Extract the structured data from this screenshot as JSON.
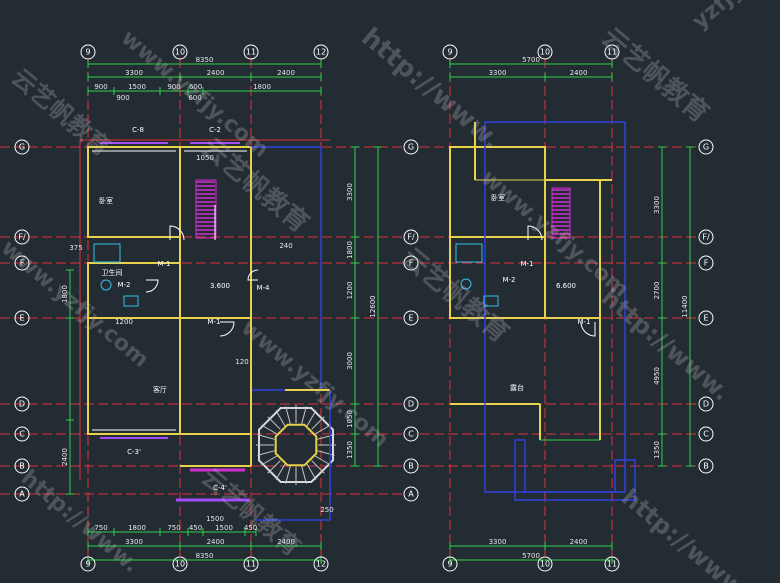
{
  "grid_axes_vertical": [
    "9",
    "10",
    "11",
    "12"
  ],
  "grid_axes_horizontal": [
    "G",
    "F/",
    "F",
    "E",
    "D",
    "C",
    "B",
    "A"
  ],
  "left_plan": {
    "top_dims_total": "8350",
    "top_dims_row2": [
      "3300",
      "2400",
      "2400"
    ],
    "top_dims_row3": [
      "900",
      "1500",
      "900",
      "600",
      "1800"
    ],
    "windows_top": [
      "C-8",
      "C-2"
    ],
    "room_labels": [
      "卧室",
      "卫生间",
      "客厅"
    ],
    "door_labels": [
      "M-1",
      "M-2",
      "M-4"
    ],
    "window_bottom": [
      "C-3'",
      "C-4'"
    ],
    "right_dims": [
      "3300",
      "1800",
      "1200",
      "3000",
      "1050",
      "1350"
    ],
    "right_total": "12600",
    "left_dims": [
      "1800",
      "2400"
    ],
    "bottom_dims_row1": [
      "750",
      "1800",
      "750",
      "450",
      "1500",
      "450"
    ],
    "bottom_dims_row2": [
      "3300",
      "2400",
      "2400"
    ],
    "bottom_total": "8350",
    "elev_mark": "3.600",
    "misc_dims": [
      "120",
      "240",
      "1050",
      "1500",
      "900",
      "600",
      "250",
      "375",
      "1200"
    ]
  },
  "right_plan": {
    "top_total": "5700",
    "top_dims": [
      "3300",
      "2400"
    ],
    "room_labels": [
      "卧室",
      "露台"
    ],
    "door_labels": [
      "M-1",
      "M-2"
    ],
    "elev_mark": "6.600",
    "right_dims": [
      "3300",
      "2700",
      "4950",
      "1350"
    ],
    "right_total": "11400",
    "bottom_dims": [
      "3300",
      "2400"
    ],
    "bottom_total": "5700"
  },
  "watermark_text": [
    "www.yzfjy.com",
    "云艺帆教育",
    "http://www.",
    "yzfjy"
  ],
  "colors": {
    "background": "#232b33",
    "grid_line": "#e0323a",
    "wall": "#e8d24a",
    "wall_inner": "#ffffff",
    "dim_line": "#2fd14a",
    "stair": "#d02fd0",
    "fixture": "#33c0e8",
    "outline_blue": "#3040e0",
    "window": "#a24cff"
  }
}
